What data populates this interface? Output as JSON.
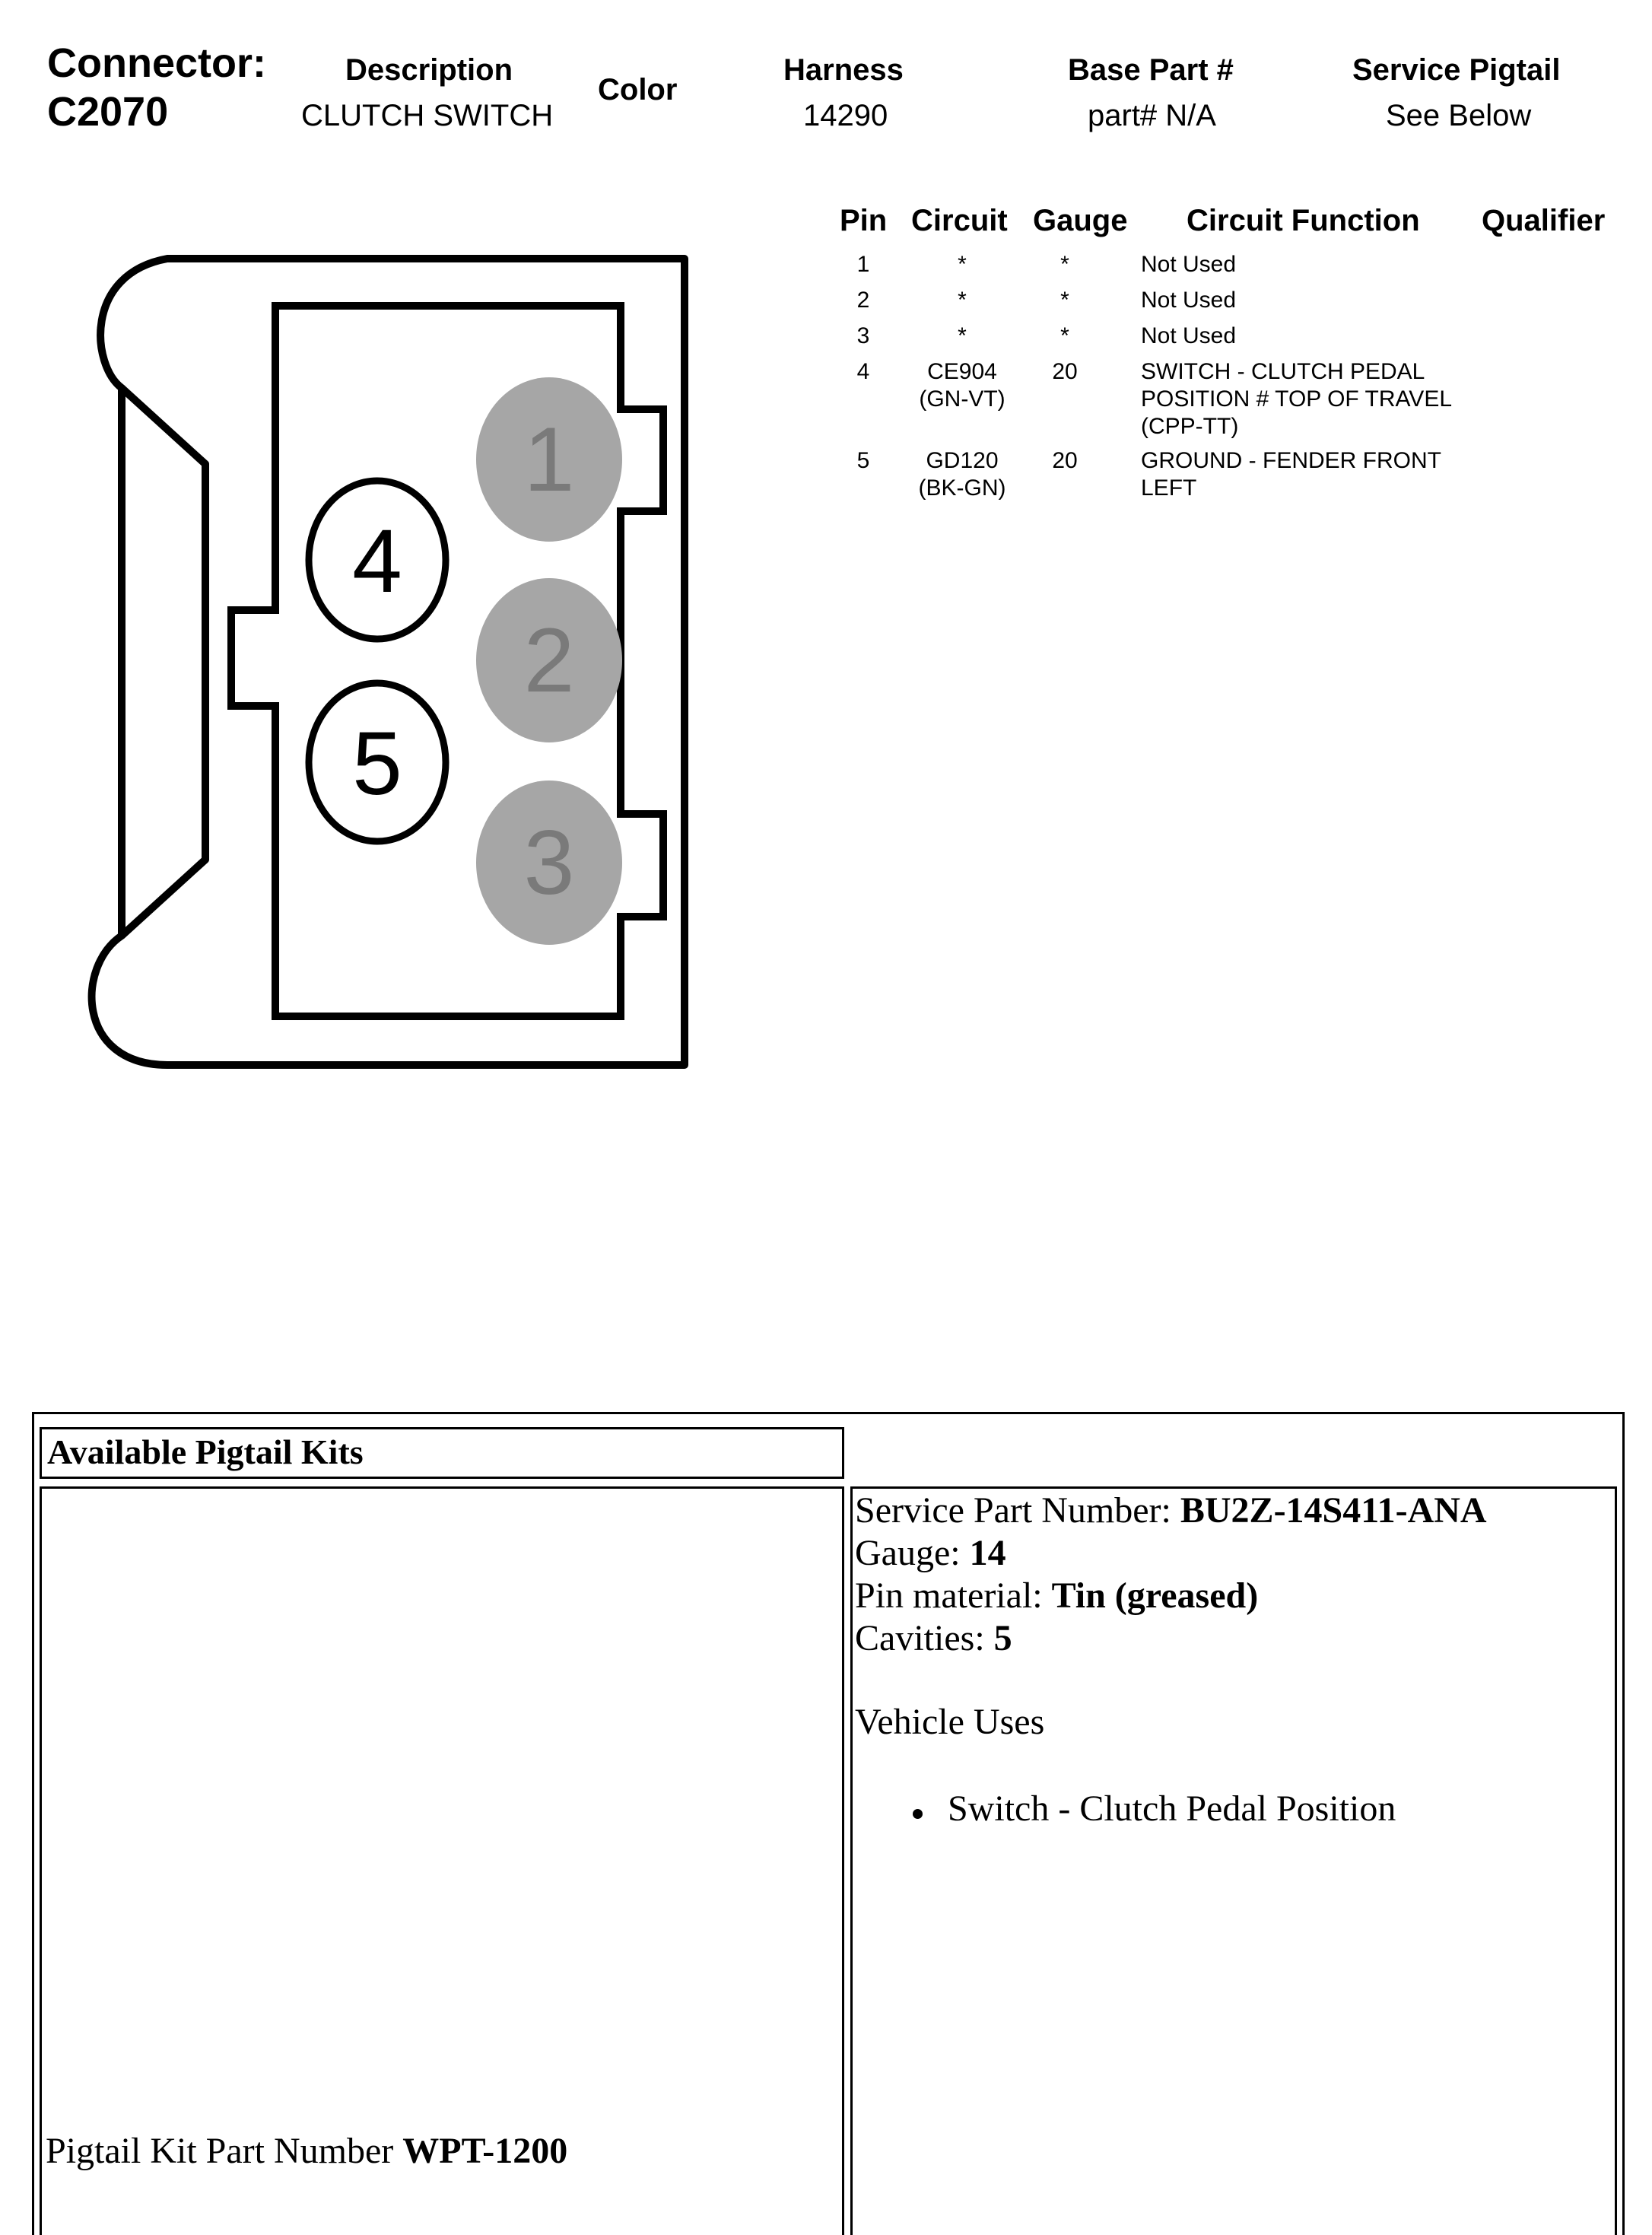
{
  "header": {
    "connector_label": "Connector:",
    "connector_id": "C2070",
    "description_label": "Description",
    "description_value": "CLUTCH SWITCH",
    "color_label": "Color",
    "harness_label": "Harness",
    "harness_value": "14290",
    "base_part_label": "Base Part #",
    "base_part_value": "part# N/A",
    "service_pigtail_label": "Service Pigtail",
    "service_pigtail_value": "See Below"
  },
  "pin_table": {
    "headers": {
      "pin": "Pin",
      "circuit": "Circuit",
      "gauge": "Gauge",
      "function": "Circuit Function",
      "qualifier": "Qualifier"
    },
    "rows": [
      {
        "pin": "1",
        "circuit": [
          "*"
        ],
        "gauge": "*",
        "function": [
          "Not Used"
        ]
      },
      {
        "pin": "2",
        "circuit": [
          "*"
        ],
        "gauge": "*",
        "function": [
          "Not Used"
        ]
      },
      {
        "pin": "3",
        "circuit": [
          "*"
        ],
        "gauge": "*",
        "function": [
          "Not Used"
        ]
      },
      {
        "pin": "4",
        "circuit": [
          "CE904",
          "(GN-VT)"
        ],
        "gauge": "20",
        "function": [
          "SWITCH - CLUTCH PEDAL",
          "POSITION # TOP OF TRAVEL",
          "(CPP-TT)"
        ]
      },
      {
        "pin": "5",
        "circuit": [
          "GD120",
          "(BK-GN)"
        ],
        "gauge": "20",
        "function": [
          "GROUND - FENDER FRONT",
          "LEFT"
        ]
      }
    ]
  },
  "connector_diagram": {
    "cavities": [
      {
        "label": "1",
        "used": false
      },
      {
        "label": "2",
        "used": false
      },
      {
        "label": "3",
        "used": false
      },
      {
        "label": "4",
        "used": true
      },
      {
        "label": "5",
        "used": true
      }
    ],
    "colors": {
      "outline": "#000000",
      "unused_fill": "#a6a6a6",
      "unused_text": "#7a7a7a"
    }
  },
  "pigtail": {
    "section_title": "Available Pigtail Kits",
    "kit_label": "Pigtail Kit Part Number ",
    "kit_value": "WPT-1200",
    "service_part_label": "Service Part Number: ",
    "service_part_value": "BU2Z-14S411-ANA",
    "gauge_label": "Gauge: ",
    "gauge_value": "14",
    "pin_material_label": "Pin material: ",
    "pin_material_value": "Tin (greased)",
    "cavities_label": "Cavities: ",
    "cavities_value": "5",
    "vehicle_uses_label": "Vehicle Uses",
    "vehicle_uses": [
      "Switch - Clutch Pedal Position"
    ]
  }
}
